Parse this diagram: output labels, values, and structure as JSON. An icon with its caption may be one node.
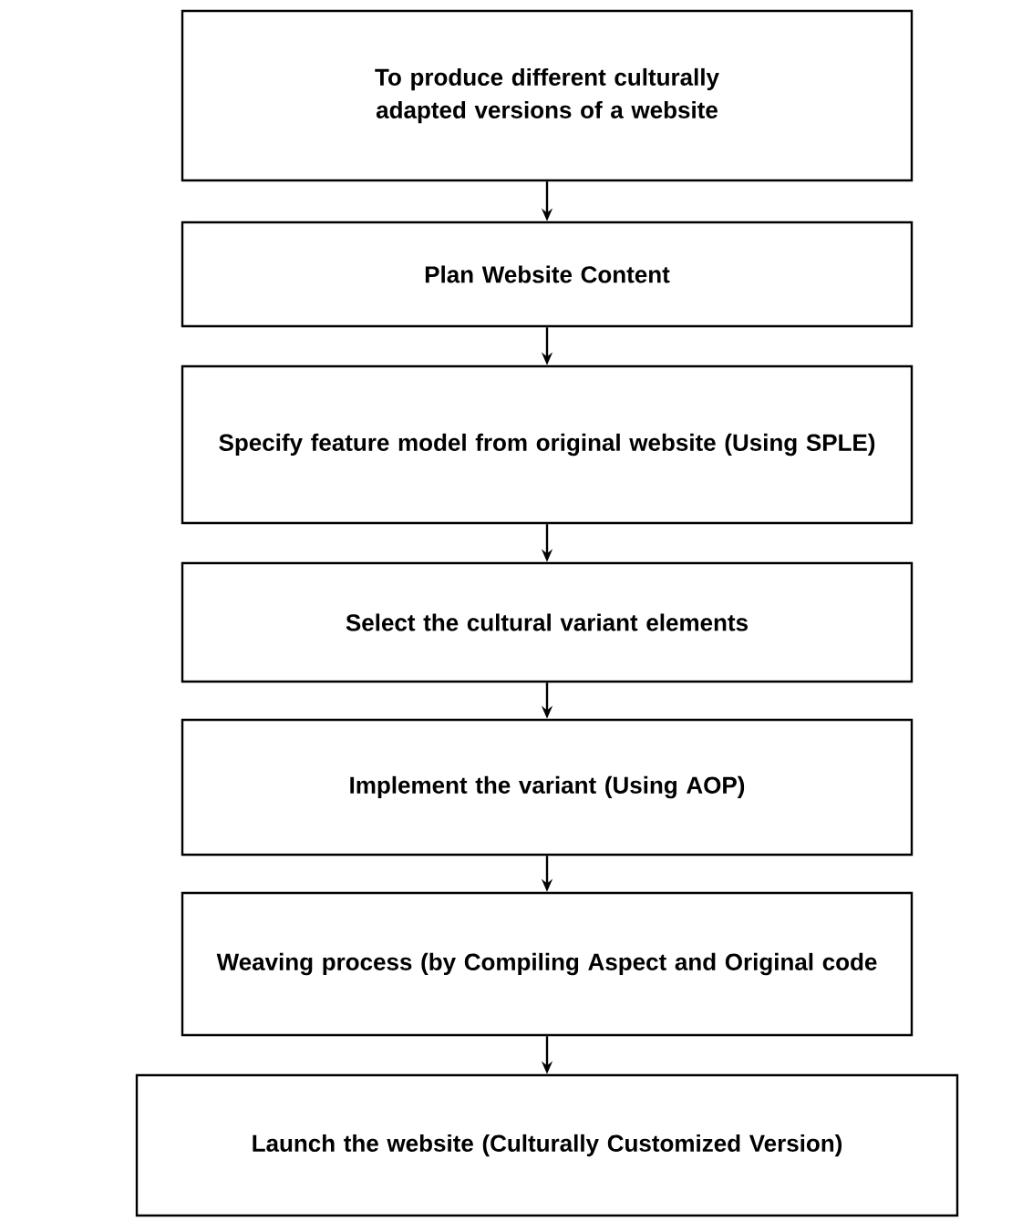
{
  "diagram": {
    "nodes": [
      {
        "text": [
          "To produce different culturally adapted versions of a website"
        ]
      },
      {
        "text": [
          "Plan Website Content"
        ]
      },
      {
        "text": [
          "Specify feature model from original website (Using SPLE)"
        ]
      },
      {
        "text": [
          "Select the cultural variant elements"
        ]
      },
      {
        "text": [
          "Implement the variant (Using AOP)"
        ]
      },
      {
        "text": [
          "Weaving process (by Compiling Aspect and Original code"
        ]
      },
      {
        "text": [
          "Launch the website (Culturally Customized Version)"
        ]
      }
    ],
    "edges": [
      {
        "from": 0,
        "to": 1,
        "arrow": "to"
      },
      {
        "from": 1,
        "to": 2,
        "arrow": "to"
      },
      {
        "from": 2,
        "to": 3,
        "arrow": "to"
      },
      {
        "from": 3,
        "to": 4,
        "arrow": "to"
      },
      {
        "from": 4,
        "to": 5,
        "arrow": "to"
      },
      {
        "from": 5,
        "to": 6,
        "arrow": "to"
      }
    ]
  }
}
